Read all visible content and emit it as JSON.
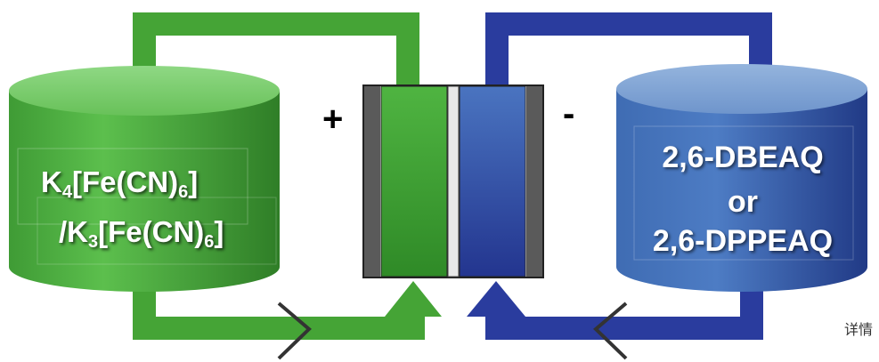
{
  "positive_tank": {
    "line1": {
      "pre": "K",
      "sub1": "4",
      "mid": "[Fe(CN)",
      "sub2": "6",
      "post": "]"
    },
    "line2": {
      "pre": "/K",
      "sub1": "3",
      "mid": "[Fe(CN)",
      "sub2": "6",
      "post": "]"
    }
  },
  "negative_tank": {
    "line1": "2,6-DBEAQ",
    "line2": "or",
    "line3": "2,6-DPPEAQ"
  },
  "cell": {
    "positive_sign": "+",
    "negative_sign": "-"
  },
  "footer": {
    "note": "详情"
  },
  "colors": {
    "green_pipe": "#45a436",
    "blue_pipe": "#2a3c9e",
    "green_tank_top": "#7fcf73",
    "blue_tank_top": "#7fa4d4",
    "electrode": "#5a5a5a"
  }
}
